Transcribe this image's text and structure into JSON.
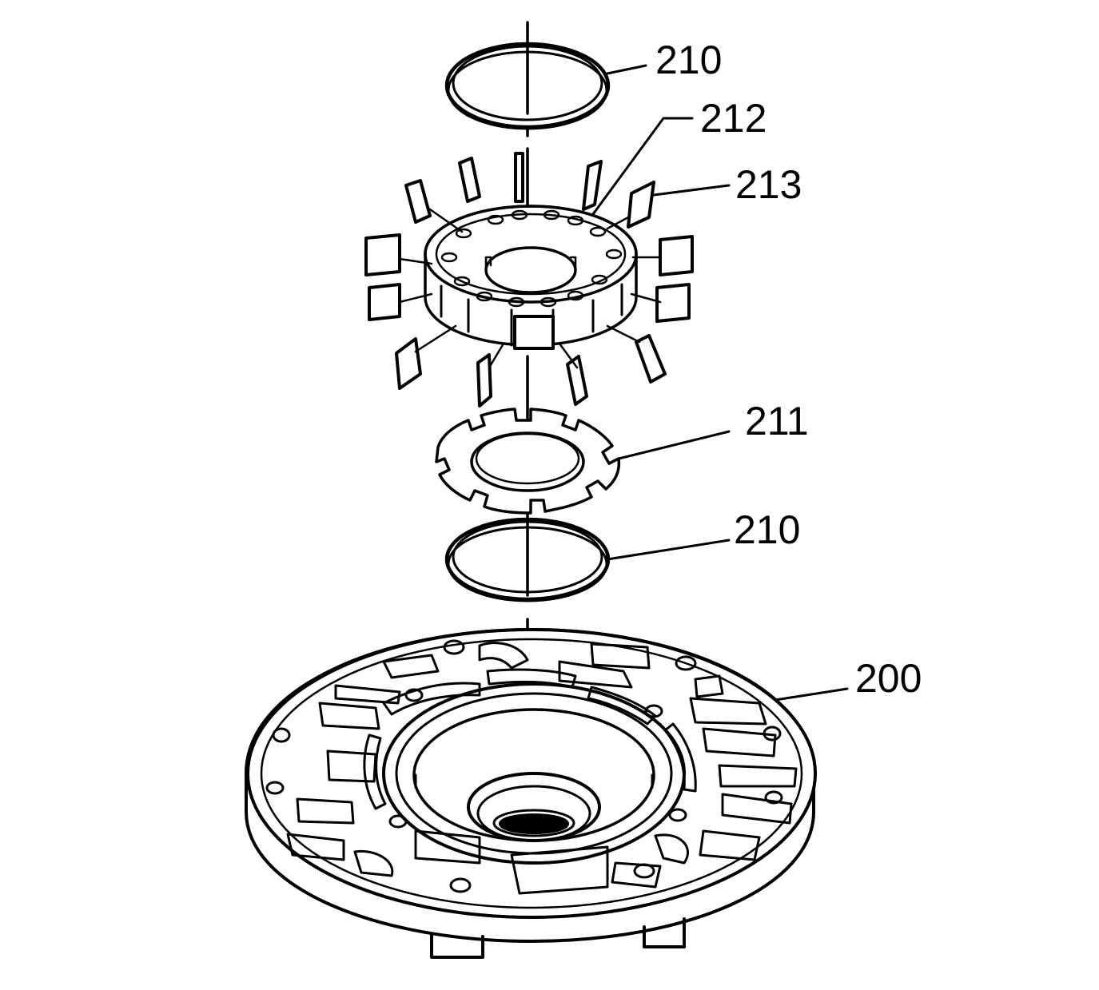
{
  "diagram": {
    "labels": {
      "ring_top": "210",
      "rotor_212": "212",
      "vane_213": "213",
      "spring_211": "211",
      "ring_bottom": "210",
      "pump_cover_200": "200"
    },
    "colors": {
      "line": "#000000",
      "background": "#ffffff"
    }
  }
}
